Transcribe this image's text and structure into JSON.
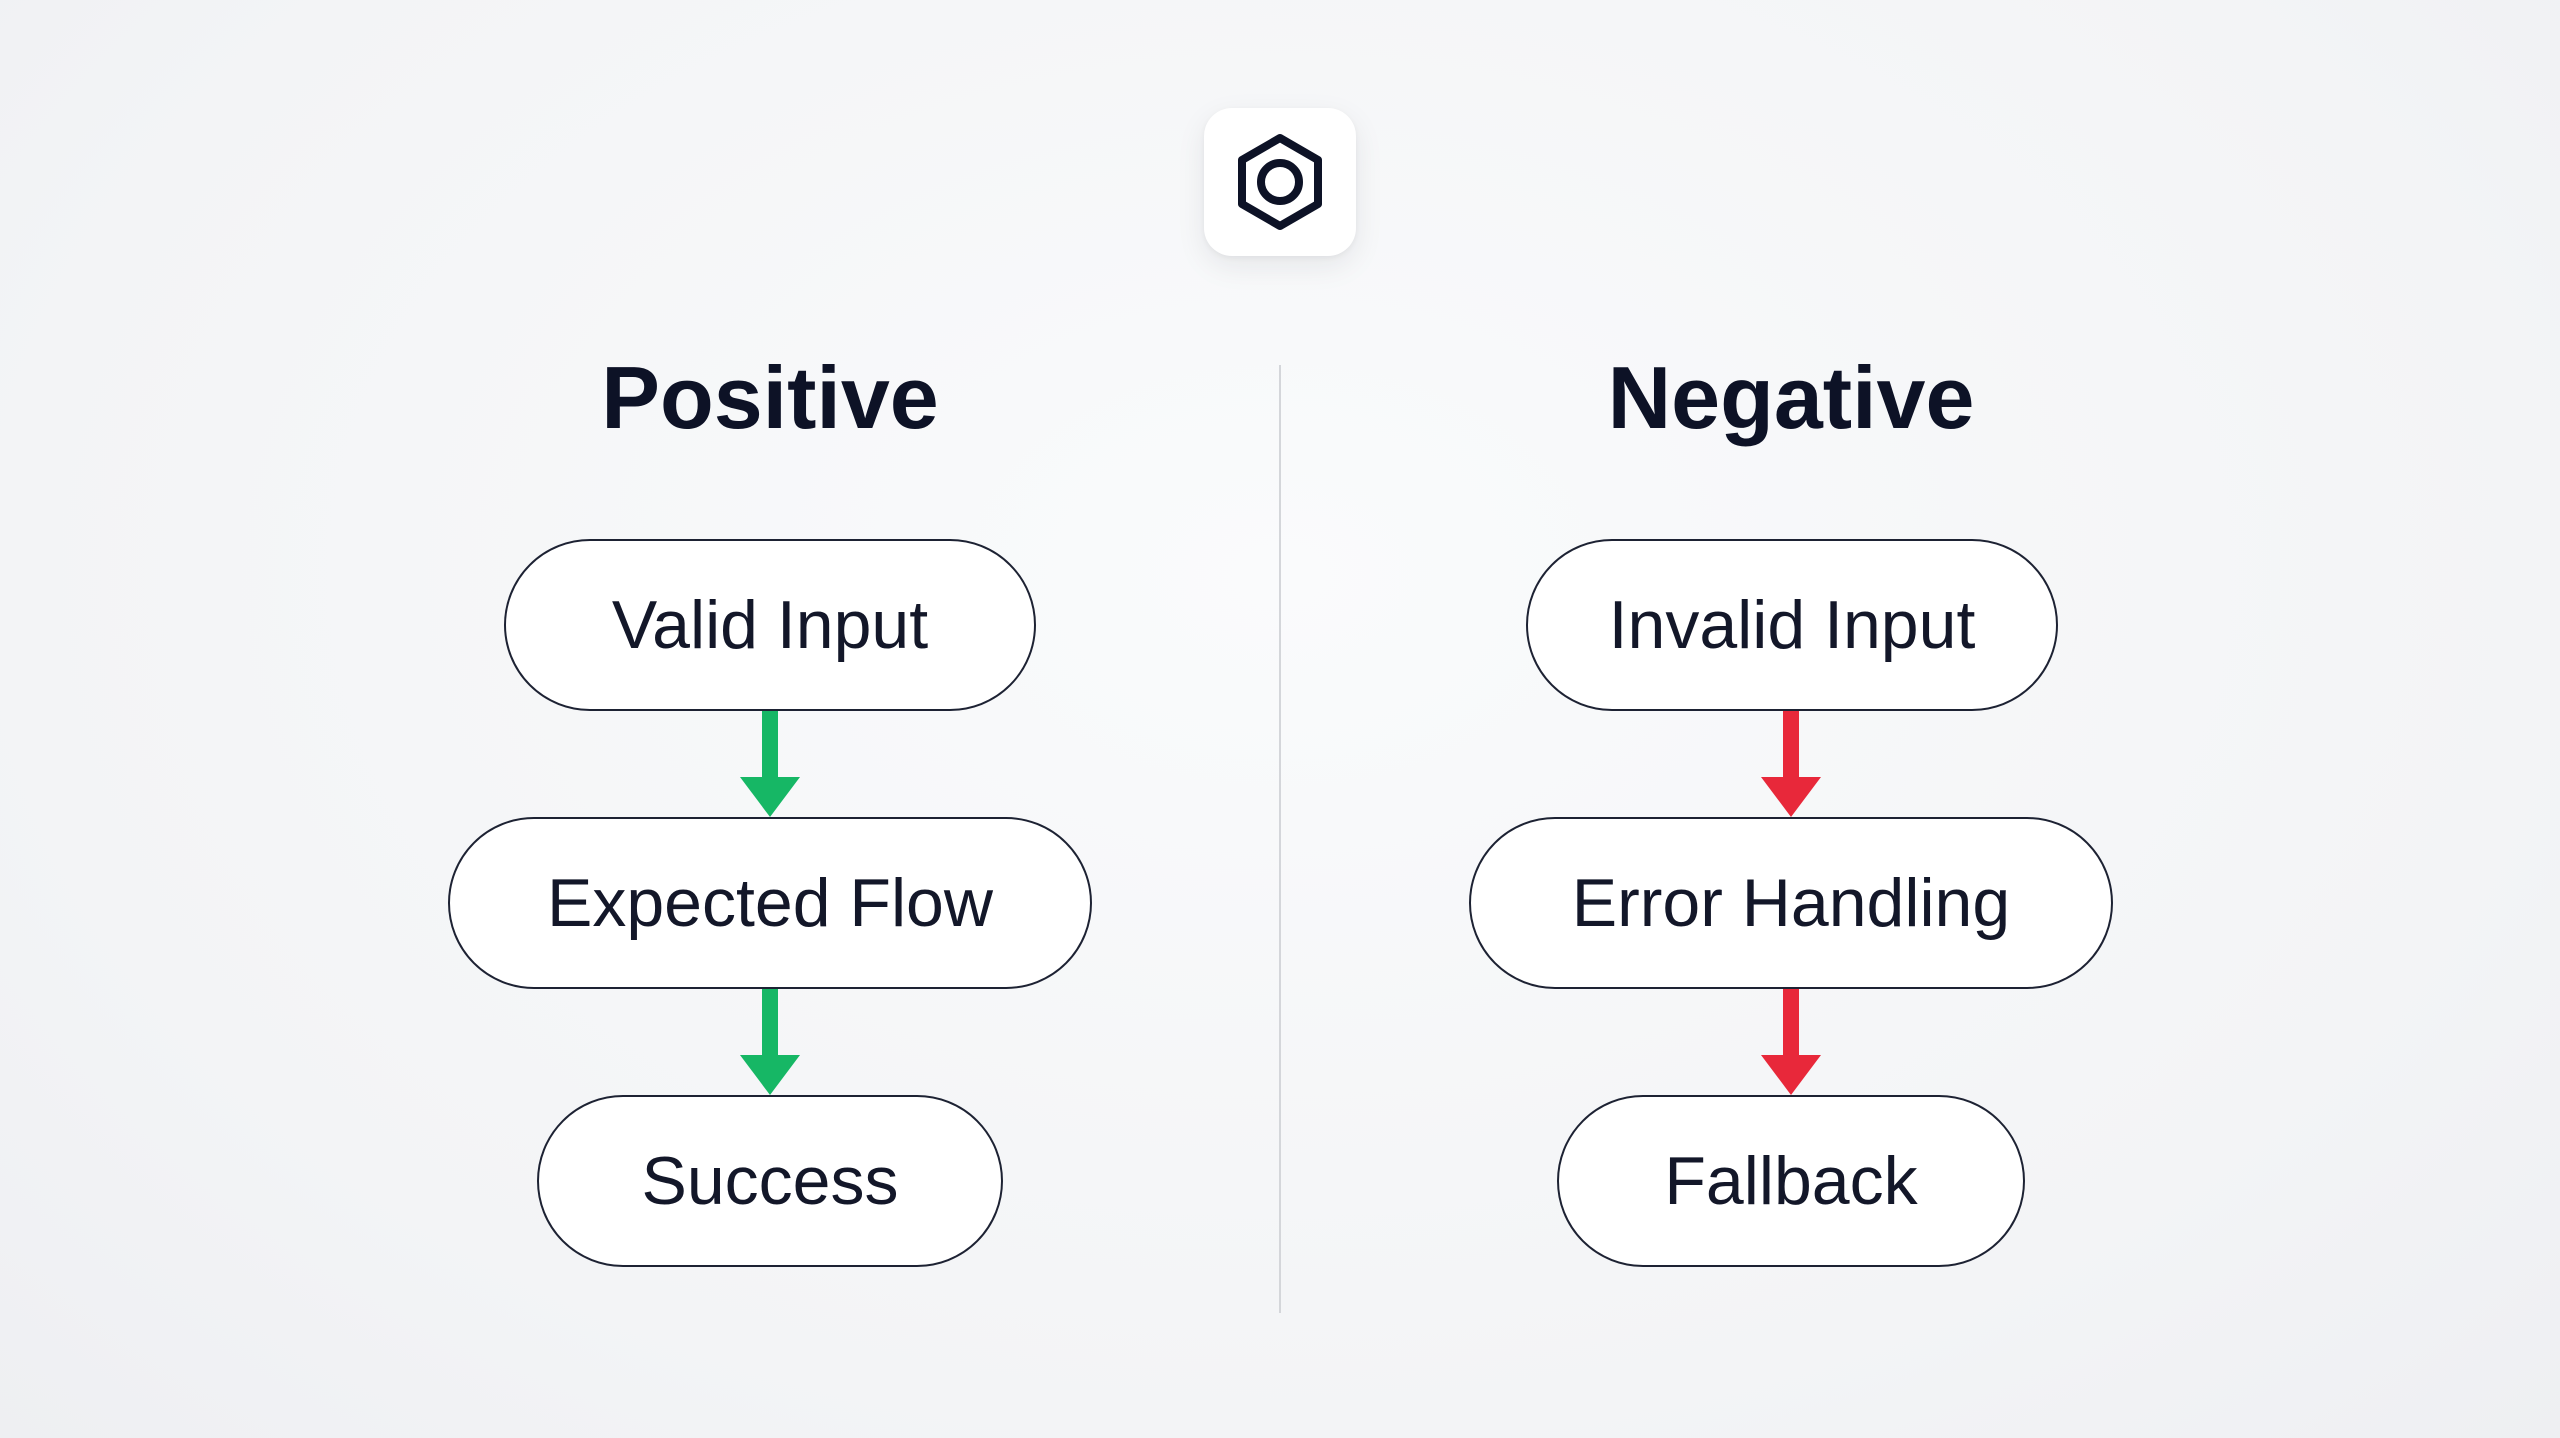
{
  "logo": {
    "icon": "hexagon-ring-icon"
  },
  "colors": {
    "positive_arrow": "#16b765",
    "negative_arrow": "#e8283a",
    "node_border": "#1d2233",
    "text": "#0d1226"
  },
  "positive": {
    "title": "Positive",
    "nodes": [
      "Valid Input",
      "Expected Flow",
      "Success"
    ]
  },
  "negative": {
    "title": "Negative",
    "nodes": [
      "Invalid Input",
      "Error Handling",
      "Fallback"
    ]
  }
}
